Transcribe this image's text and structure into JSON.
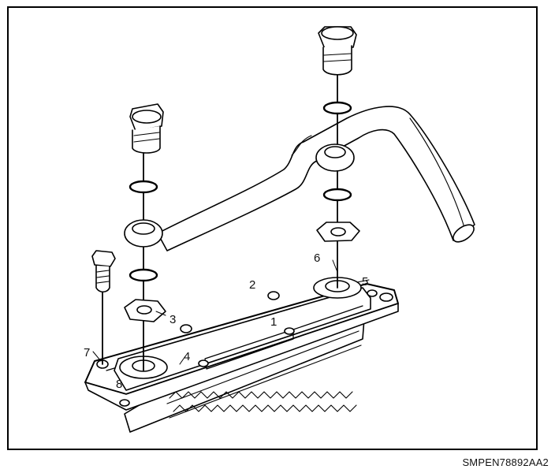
{
  "diagram": {
    "callouts": {
      "c1": "1",
      "c2": "2",
      "c3": "3",
      "c4": "4",
      "c5": "5",
      "c6": "6",
      "c7": "7",
      "c8": "8"
    },
    "figure_code": "SMPEN78892AA2"
  }
}
